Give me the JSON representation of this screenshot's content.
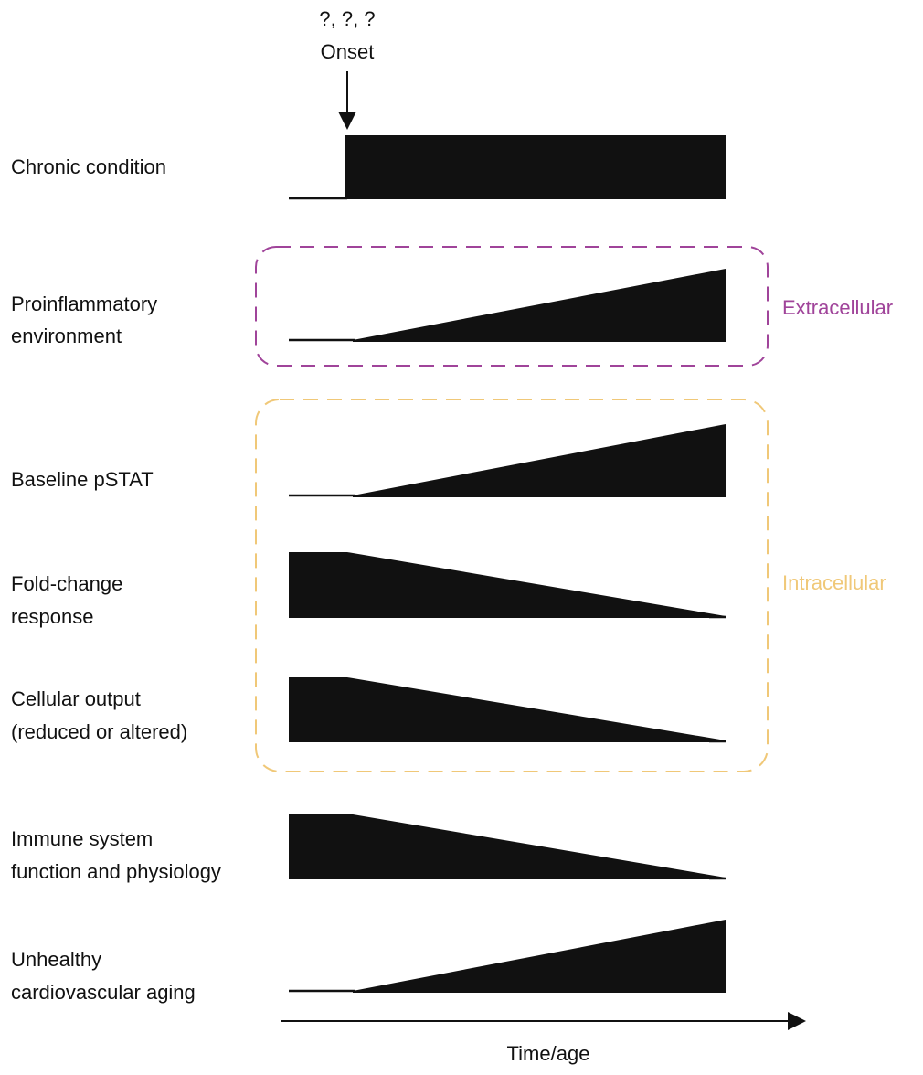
{
  "onset": {
    "question": "?, ?, ?",
    "label": "Onset"
  },
  "rows": [
    {
      "lines": [
        "Chronic condition"
      ],
      "trend": "step-on"
    },
    {
      "lines": [
        "Proinflammatory",
        "environment"
      ],
      "trend": "increase"
    },
    {
      "lines": [
        "Baseline pSTAT"
      ],
      "trend": "increase"
    },
    {
      "lines": [
        "Fold-change",
        "response"
      ],
      "trend": "decrease"
    },
    {
      "lines": [
        "Cellular output",
        "(reduced or altered)"
      ],
      "trend": "decrease"
    },
    {
      "lines": [
        "Immune system",
        "function and physiology"
      ],
      "trend": "decrease"
    },
    {
      "lines": [
        "Unhealthy",
        "cardiovascular aging"
      ],
      "trend": "increase"
    }
  ],
  "groups": {
    "extracellular": {
      "label": "Extracellular",
      "color": "#a0449a"
    },
    "intracellular": {
      "label": "Intracellular",
      "color": "#f0c878"
    }
  },
  "axis": {
    "label": "Time/age"
  }
}
